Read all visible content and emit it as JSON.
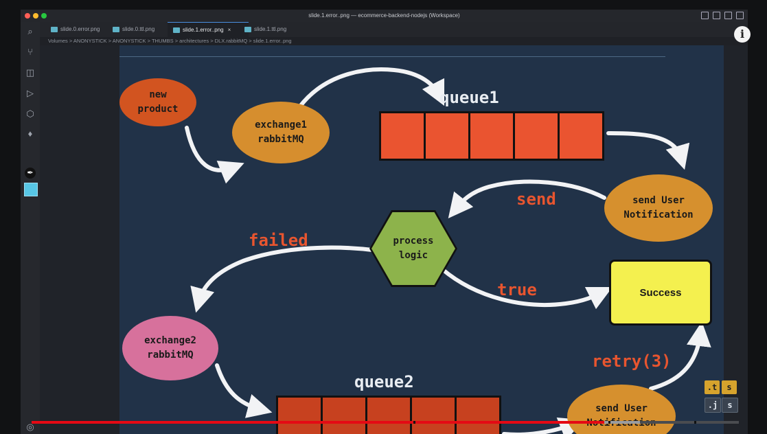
{
  "window": {
    "title": "slide.1.error..png — ecommerce-backend-nodejs (Workspace)"
  },
  "colors": {
    "accent": "#e50914",
    "slide_bg": "#213248",
    "queue1": "#ea5430",
    "queue2": "#c7411f",
    "arrow": "#f2f3f5"
  },
  "tabs": [
    {
      "label": "slide.0.error.png"
    },
    {
      "label": "slide.0.ttl.png"
    },
    {
      "label": "slide.1.error..png",
      "active": true,
      "close": "×"
    },
    {
      "label": "slide.1.ttl.png"
    }
  ],
  "breadcrumb": [
    "Volumes",
    "ANONYSTICK",
    "ANONYSTICK",
    "THUMBS",
    "architectures",
    "DLX.rabbitMQ",
    "slide.1.error..png"
  ],
  "breadcrumb_text": "Volumes  >  ANONYSTICK  >  ANONYSTICK  >  THUMBS  >  architectures  >  DLX.rabbitMQ  >  slide.1.error..png",
  "activity_icons": [
    "search-icon",
    "source-control-icon",
    "extensions-icon",
    "run-debug-icon",
    "docker-icon",
    "mongo-leaf-icon",
    "pen-icon",
    "box-icon",
    "account-icon"
  ],
  "diagram": {
    "new_product": [
      "new",
      "product"
    ],
    "exchange1": [
      "exchange1",
      "rabbitMQ"
    ],
    "queue1": "queue1",
    "send_user_notification": [
      "send User",
      "Notification"
    ],
    "send": "send",
    "process_logic": [
      "process",
      "logic"
    ],
    "failed": "failed",
    "true": "true",
    "success": "Success",
    "exchange2": [
      "exchange2",
      "rabbitMQ"
    ],
    "retry": "retry(3)",
    "queue2": "queue2",
    "send_user_notification_2": [
      "send User",
      "Notification"
    ]
  },
  "overlay": {
    "info": "i",
    "chips": [
      ".t",
      "s",
      ".j",
      "s"
    ]
  },
  "video": {
    "progress": 0.81,
    "buffered": 0.86
  }
}
